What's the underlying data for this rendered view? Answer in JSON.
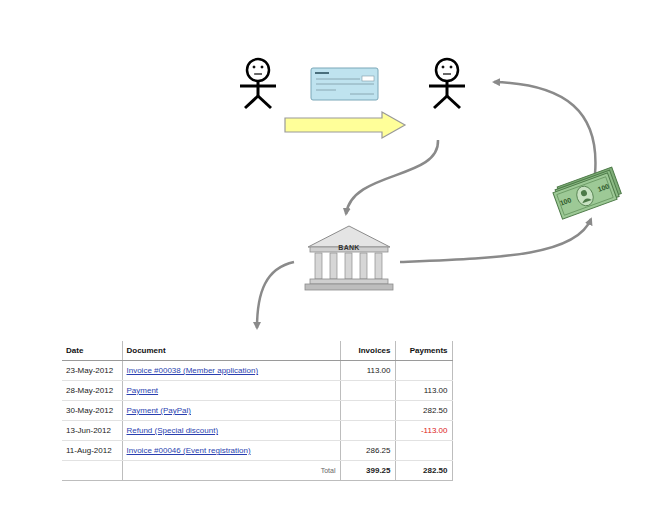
{
  "diagram": {
    "nodes": [
      {
        "text": [
          "BANK"
        ]
      }
    ],
    "labels": [
      "100",
      "100",
      "Date",
      "Document",
      "Invoices",
      "Payments",
      "23-May-2012",
      "Invoice #00038 (Member application)",
      "113.00",
      "28-May-2012",
      "Payment",
      "113.00",
      "30-May-2012",
      "Payment (PayPal)",
      "282.50",
      "13-Jun-2012",
      "Refund (Special discount)",
      "-113.00",
      "11-Aug-2012",
      "Invoice #00046 (Event registration)",
      "286.25",
      "Total",
      "399.25",
      "282.50"
    ]
  }
}
